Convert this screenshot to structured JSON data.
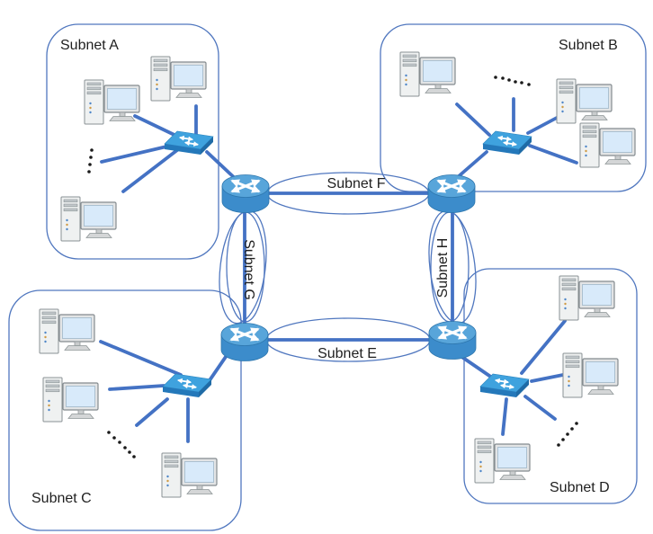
{
  "diagram": {
    "type": "network-topology",
    "labels": {
      "subnet_a": "Subnet A",
      "subnet_b": "Subnet B",
      "subnet_c": "Subnet C",
      "subnet_d": "Subnet D",
      "subnet_e": "Subnet E",
      "subnet_f": "Subnet F",
      "subnet_g": "Subnet G",
      "subnet_h": "Subnet H"
    },
    "structure": {
      "lan_subnets": [
        "Subnet A",
        "Subnet B",
        "Subnet C",
        "Subnet D"
      ],
      "backbone_link_subnets": [
        "Subnet E",
        "Subnet F",
        "Subnet G",
        "Subnet H"
      ],
      "router_count": 4,
      "switch_count": 4,
      "computers_shown_per_lan": 3
    },
    "icons": {
      "router": "router-icon",
      "switch": "switch-icon",
      "computer": "computer-icon",
      "more_hosts": "ellipsis-dots"
    },
    "colors": {
      "link": "#4472c4",
      "outline": "#5077bf",
      "router_top": "#58a5da",
      "router_body": "#3c8ccb",
      "switch_top": "#3fa2de",
      "switch_front": "#2478ba",
      "switch_side": "#1f6ba6",
      "monitor_screen": "#d8eafa",
      "device_gray": "#eff1f1",
      "text": "#1f1f1f",
      "dots": "#1a1a1a"
    }
  }
}
